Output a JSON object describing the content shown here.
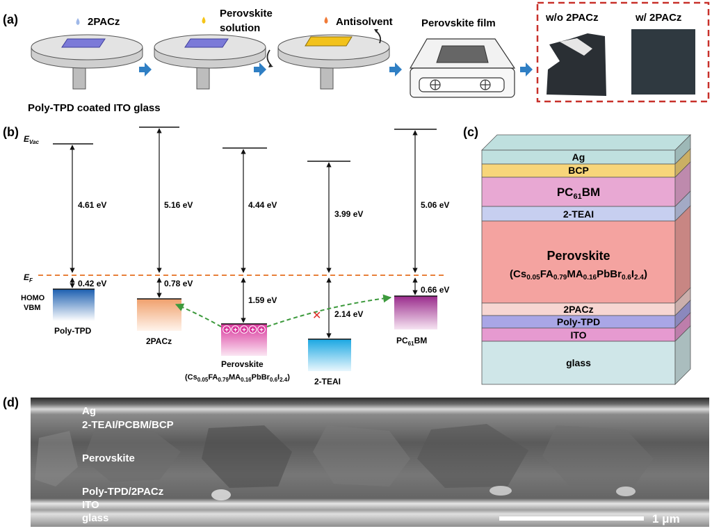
{
  "colors": {
    "arrow_blue": "#2f7fc4",
    "dashed_red": "#c8302a",
    "fermi_orange": "#e8803a",
    "transfer_green": "#3d9a3d",
    "substrate_blue": "#7b7ad8",
    "perovskite_yellow": "#f2c21b",
    "drop_blue": "#9fb8e8",
    "drop_yellow": "#f5c518",
    "drop_orange": "#f07a38"
  },
  "panel_a": {
    "label": "(a)",
    "drop_2pacz": "2PACz",
    "drop_perovskite_1": "Perovskite",
    "drop_perovskite_2": "solution",
    "drop_antisolvent": "Antisolvent",
    "film_label": "Perovskite film",
    "substrate_caption": "Poly-TPD coated ITO glass",
    "photo_without": "w/o 2PACz",
    "photo_with": "w/ 2PACz",
    "icons": [
      "droplet-icon",
      "spin-coater-icon",
      "hotplate-icon",
      "right-arrow-icon",
      "rotation-arrow-icon"
    ]
  },
  "panel_b": {
    "label": "(b)",
    "evac_main": "E",
    "evac_sub": "Vac",
    "ef_main": "E",
    "ef_sub": "F",
    "homo": "HOMO",
    "vbm": "VBM",
    "materials": {
      "polytpd": {
        "name": "Poly-TPD",
        "vac_gap": "4.61 eV",
        "fermi_gap": "0.42 eV"
      },
      "pacz": {
        "name": "2PACz",
        "vac_gap": "5.16 eV",
        "fermi_gap": "0.78 eV"
      },
      "perovskite": {
        "name": "Perovskite",
        "vac_gap": "4.44 eV",
        "fermi_gap": "1.59 eV",
        "formula": [
          [
            "(Cs",
            ""
          ],
          [
            "0.05",
            "sub"
          ],
          [
            "FA",
            ""
          ],
          [
            "0.79",
            "sub"
          ],
          [
            "MA",
            ""
          ],
          [
            "0.16",
            "sub"
          ],
          [
            "PbBr",
            ""
          ],
          [
            "0.6",
            "sub"
          ],
          [
            "I",
            ""
          ],
          [
            "2.4",
            "sub"
          ],
          [
            ")",
            ""
          ]
        ],
        "holes": "+"
      },
      "teai": {
        "name": "2-TEAI",
        "vac_gap": "3.99 eV",
        "fermi_gap": "2.14 eV"
      },
      "pcbm": {
        "name_main": "PC",
        "name_sub": "61",
        "name_tail": "BM",
        "vac_gap": "5.06 eV",
        "fermi_gap": "0.66 eV"
      }
    },
    "blocked_mark": "✕"
  },
  "panel_c": {
    "label": "(c)",
    "layers": {
      "ag": "Ag",
      "bcp": "BCP",
      "pcbm_main": "PC",
      "pcbm_sub": "61",
      "pcbm_tail": "BM",
      "teai": "2-TEAI",
      "perovskite": "Perovskite",
      "formula": [
        [
          "(Cs",
          ""
        ],
        [
          "0.05",
          "sub"
        ],
        [
          "FA",
          ""
        ],
        [
          "0.79",
          "sub"
        ],
        [
          "MA",
          ""
        ],
        [
          "0.16",
          "sub"
        ],
        [
          "PbBr",
          ""
        ],
        [
          "0.6",
          "sub"
        ],
        [
          "I",
          ""
        ],
        [
          "2.4",
          "sub"
        ],
        [
          ")",
          ""
        ]
      ],
      "pacz": "2PACz",
      "polytpd": "Poly-TPD",
      "ito": "ITO",
      "glass": "glass"
    },
    "layer_colors": {
      "ag": "#bfe0df",
      "bcp": "#f7d57a",
      "pcbm": "#e8a8d3",
      "teai": "#c7cff0",
      "perovskite": "#f4a3a0",
      "pacz": "#f7d6d2",
      "polytpd": "#a9a6e6",
      "ito": "#e69ad0",
      "glass": "#cfe6e8"
    }
  },
  "panel_d": {
    "label": "(d)",
    "ag": "Ag",
    "top_stack": "2-TEAI/PCBM/BCP",
    "perovskite": "Perovskite",
    "bottom_stack": "Poly-TPD/2PACz",
    "ito": "ITO",
    "glass": "glass",
    "scale": "1 μm"
  }
}
